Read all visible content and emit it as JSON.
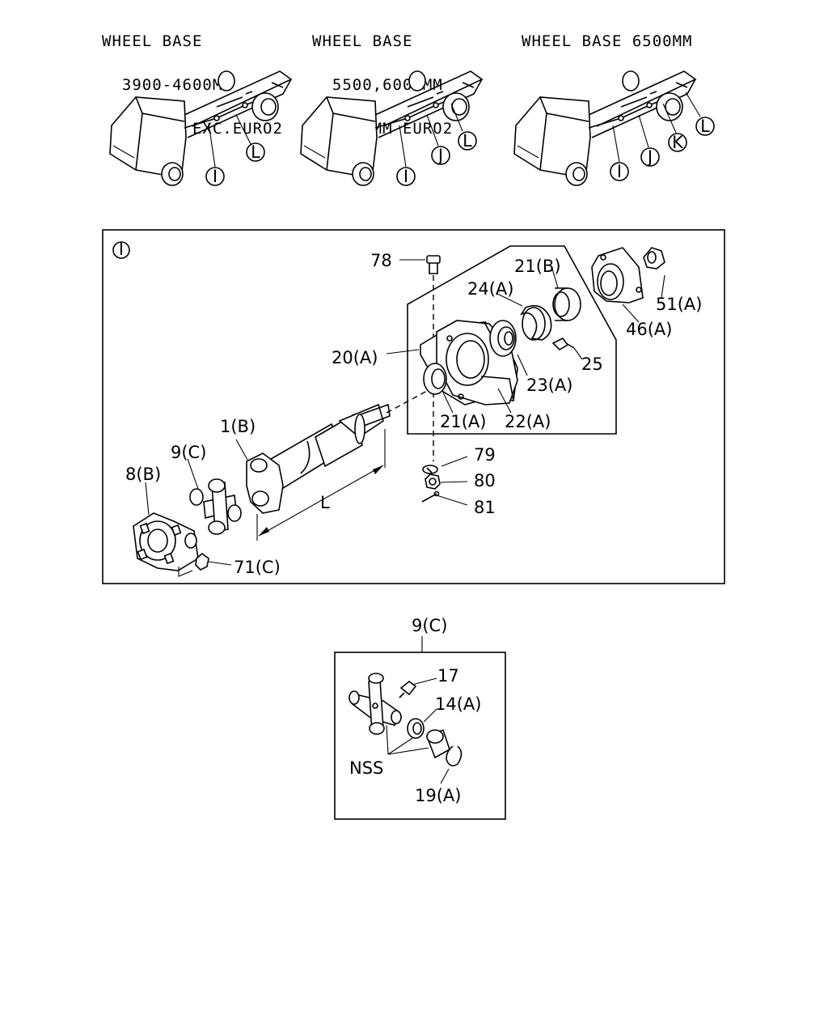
{
  "headers": [
    {
      "lines": [
        "WHEEL BASE",
        "  3900-4600MM",
        "  5000MM EXC.EURO2"
      ]
    },
    {
      "lines": [
        "WHEEL BASE",
        "  5500,6000MM",
        "  5000MM EURO2"
      ]
    },
    {
      "lines": [
        "WHEEL BASE 6500MM"
      ]
    }
  ],
  "trucks": [
    {
      "markers": [
        "I",
        "L"
      ]
    },
    {
      "markers": [
        "I",
        "J",
        "L"
      ]
    },
    {
      "markers": [
        "I",
        "J",
        "K",
        "L"
      ]
    }
  ],
  "main_panel": {
    "section_marker": "I",
    "labels": {
      "p78": "78",
      "p21b": "21(B)",
      "p24a": "24(A)",
      "p51a": "51(A)",
      "p46a": "46(A)",
      "p20a": "20(A)",
      "p25": "25",
      "p23a": "23(A)",
      "p21a": "21(A)",
      "p22a": "22(A)",
      "p1b": "1(B)",
      "p9c": "9(C)",
      "p8b": "8(B)",
      "p79": "79",
      "p80": "80",
      "p81": "81",
      "p71c": "71(C)",
      "dimL": "L"
    }
  },
  "detail_panel": {
    "title": "9(C)",
    "labels": {
      "p17": "17",
      "p14a": "14(A)",
      "nss": "NSS",
      "p19a": "19(A)"
    }
  }
}
